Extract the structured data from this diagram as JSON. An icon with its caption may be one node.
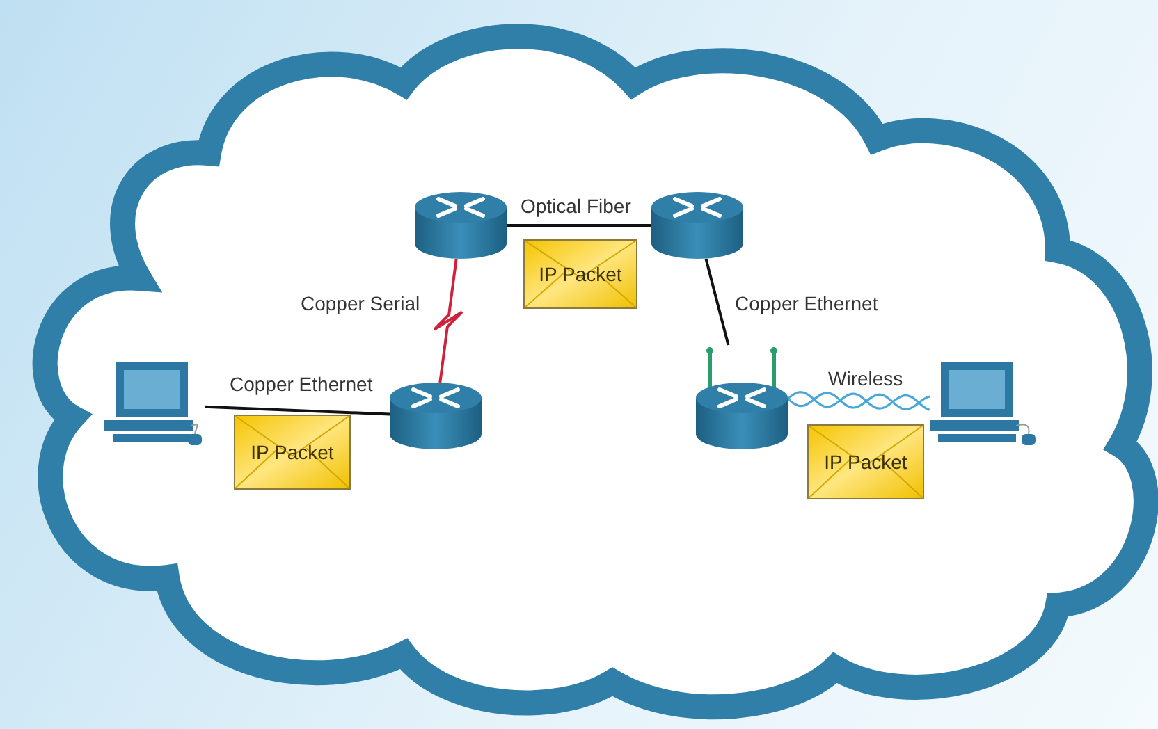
{
  "diagram": {
    "nodes": [
      {
        "text": [],
        "shape": "picture"
      },
      {
        "text": [],
        "shape": "picture"
      },
      {
        "text": [
          "IP Packet"
        ]
      },
      {
        "text": [],
        "shape": "picture"
      },
      {
        "text": [],
        "shape": "picture"
      },
      {
        "text": [],
        "shape": "picture"
      },
      {
        "text": [],
        "shape": "picture"
      },
      {
        "text": [
          "IP Packet"
        ]
      },
      {
        "text": [
          "IP Packet"
        ]
      }
    ],
    "edges": [
      {
        "from": 3,
        "to": 4,
        "arrow": "none",
        "label": "Copper Ethernet"
      },
      {
        "from": 0,
        "to": 4,
        "arrow": "none",
        "label": "Copper Serial",
        "color": "#d0203a"
      },
      {
        "from": 0,
        "to": 1,
        "arrow": "none",
        "label": "Optical Fiber"
      },
      {
        "from": 1,
        "to": 5,
        "arrow": "none",
        "label": "Copper Ethernet"
      },
      {
        "from": 5,
        "to": 6,
        "arrow": "none",
        "label": "Wireless",
        "color": "#4aa8d8"
      }
    ]
  }
}
